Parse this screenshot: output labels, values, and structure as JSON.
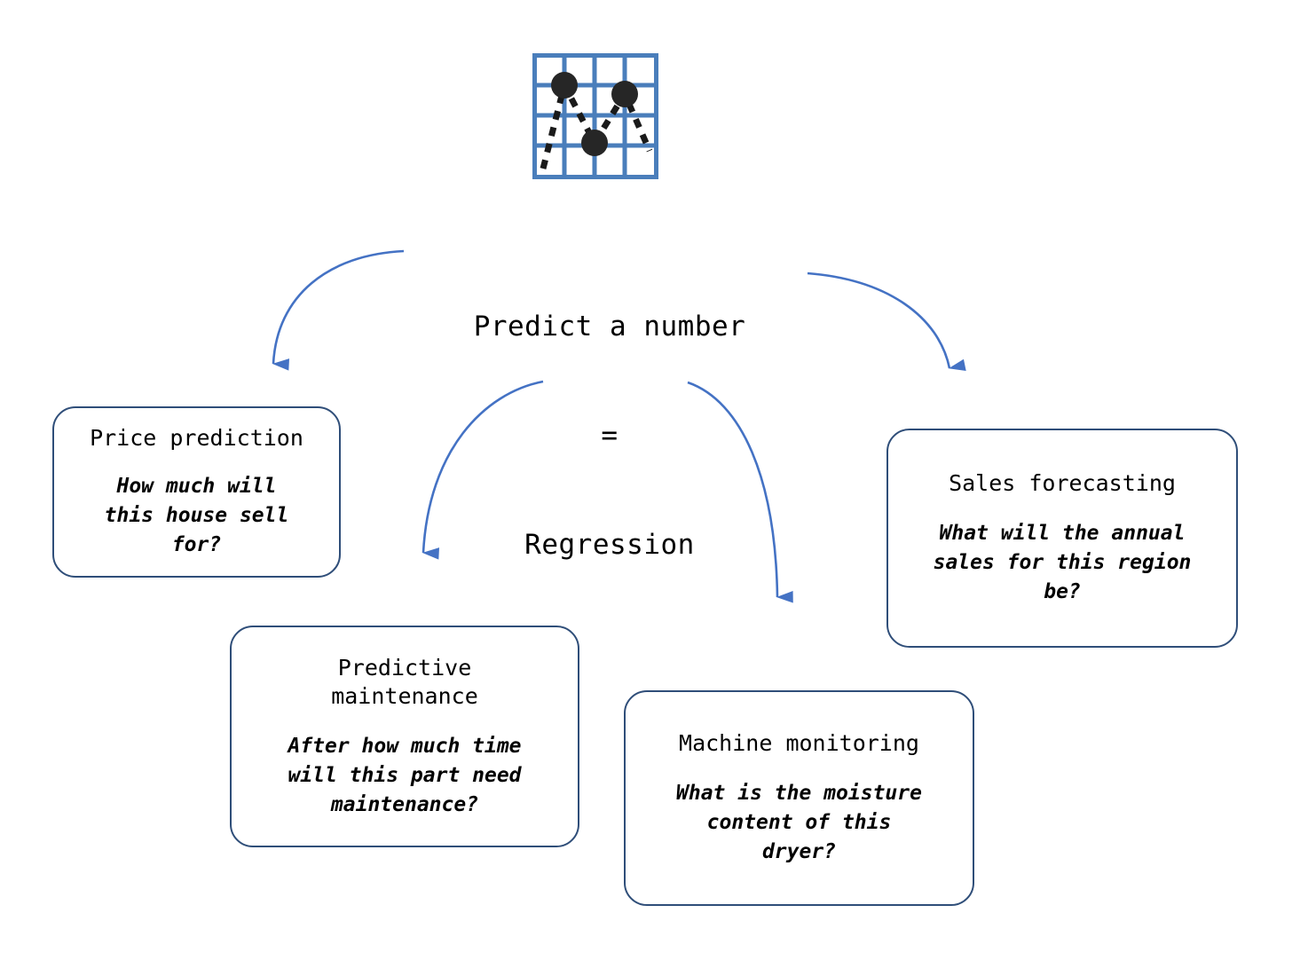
{
  "diagram": {
    "icon": {
      "name": "line-chart-grid-icon",
      "grid_color": "#4A7EBB",
      "point_color": "#262626",
      "points": 3
    },
    "center": {
      "line1": "Predict a number",
      "line2": "=",
      "line3": "Regression"
    },
    "arrow_color": "#4472C4",
    "box_border_color": "#2F4E79",
    "boxes": [
      {
        "id": "price-prediction",
        "title": "Price prediction",
        "body": "How much will\nthis house sell\nfor?"
      },
      {
        "id": "predictive-maintenance",
        "title": "Predictive\nmaintenance",
        "body": "After how much time\nwill this part need\nmaintenance?"
      },
      {
        "id": "machine-monitoring",
        "title": "Machine monitoring",
        "body": "What is the moisture\ncontent of this\ndryer?"
      },
      {
        "id": "sales-forecasting",
        "title": "Sales forecasting",
        "body": "What will the annual\nsales for this region\nbe?"
      }
    ]
  }
}
